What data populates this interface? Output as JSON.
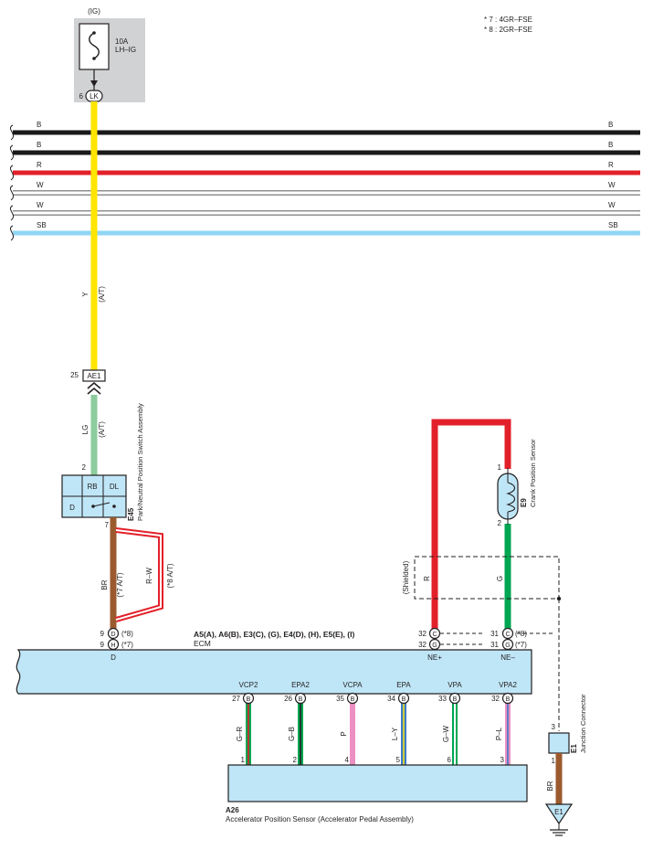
{
  "notes": [
    "* 7 : 4GR–FSE",
    "* 8 : 2GR–FSE"
  ],
  "fuse": {
    "group": "(IG)",
    "rating": "10A",
    "name": "LH–IG",
    "pin": "6",
    "connector": "LK"
  },
  "harness": [
    {
      "code": "B",
      "color": "#1a1a1a"
    },
    {
      "code": "B",
      "color": "#1a1a1a"
    },
    {
      "code": "R",
      "color": "#e2202a"
    },
    {
      "code": "W",
      "color": "#ffffff"
    },
    {
      "code": "W",
      "color": "#ffffff"
    },
    {
      "code": "SB",
      "color": "#8fd6f4"
    }
  ],
  "wires": {
    "y_color": "Y",
    "y_note": "(A/T)",
    "ae1_pin": "25",
    "ae1_label": "AE1",
    "lg_color": "LG",
    "lg_note": "(A/T)",
    "pn_in_pin": "2",
    "pn_out_pin": "7",
    "br_color": "BR",
    "br_note": "(*7 A/T)",
    "rw_color": "R–W",
    "rw_note": "(*8 A/T)",
    "r_color": "R",
    "g_color": "G",
    "shielded": "(Shielded)"
  },
  "park_switch": {
    "code": "E45",
    "name": "Park/Neutral Position Switch Assembly",
    "cells": [
      "RB",
      "DL",
      "D"
    ]
  },
  "crank_sensor": {
    "code": "E9",
    "name": "Crank Position Sensor",
    "pin_top": "1",
    "pin_bottom": "2"
  },
  "ecm": {
    "connectors": "A5(A), A6(B), E3(C), (G), E4(D), (H), E5(E), (I)",
    "name": "ECM",
    "left_pins": [
      {
        "num": "9",
        "letter": "D",
        "note": "(*8)"
      },
      {
        "num": "9",
        "letter": "H",
        "note": "(*7)"
      }
    ],
    "left_label": "D",
    "ne_plus_pins": [
      {
        "num": "32",
        "letter": "C"
      },
      {
        "num": "32",
        "letter": "G"
      }
    ],
    "ne_minus_pins": [
      {
        "num": "31",
        "letter": "C",
        "note": "(*8)"
      },
      {
        "num": "31",
        "letter": "G",
        "note": "(*7)"
      }
    ],
    "ne_plus": "NE+",
    "ne_minus": "NE–"
  },
  "accel_wires": [
    {
      "ecm_label": "VCP2",
      "ecm_pin": "27",
      "ecm_letter": "B",
      "color_code": "G–R",
      "sensor_pin": "1",
      "sensor_label": "VCP2",
      "base": "#00a651",
      "stripe": "#e2202a"
    },
    {
      "ecm_label": "EPA2",
      "ecm_pin": "26",
      "ecm_letter": "B",
      "color_code": "G–B",
      "sensor_pin": "2",
      "sensor_label": "EPA2",
      "base": "#00a651",
      "stripe": "#231f20"
    },
    {
      "ecm_label": "VCPA",
      "ecm_pin": "35",
      "ecm_letter": "B",
      "color_code": "P",
      "sensor_pin": "4",
      "sensor_label": "VCPA",
      "base": "#ec8fc3",
      "stripe": ""
    },
    {
      "ecm_label": "EPA",
      "ecm_pin": "34",
      "ecm_letter": "B",
      "color_code": "L–Y",
      "sensor_pin": "5",
      "sensor_label": "EPA",
      "base": "#3b7bc8",
      "stripe": "#f7e01a"
    },
    {
      "ecm_label": "VPA",
      "ecm_pin": "33",
      "ecm_letter": "B",
      "color_code": "G–W",
      "sensor_pin": "6",
      "sensor_label": "VPA",
      "base": "#00a651",
      "stripe": "#ffffff"
    },
    {
      "ecm_label": "VPA2",
      "ecm_pin": "32",
      "ecm_letter": "B",
      "color_code": "P–L",
      "sensor_pin": "3",
      "sensor_label": "VPA2",
      "base": "#ec8fc3",
      "stripe": "#3b7bc8"
    }
  ],
  "accel_sensor": {
    "code": "A26",
    "name": "Accelerator Position Sensor (Accelerator Pedal Assembly)"
  },
  "junction": {
    "code": "E1",
    "name": "Junction Connector",
    "pin_top": "3",
    "pin_bottom": "1",
    "wire_color": "BR",
    "ground_label": "E1"
  }
}
